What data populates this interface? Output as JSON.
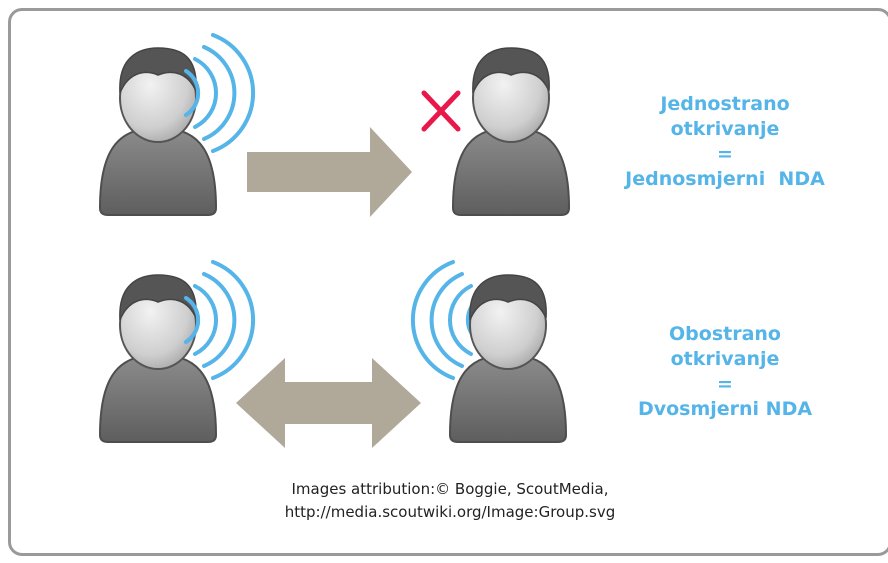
{
  "accent_color": "#55b4e8",
  "arrow_color": "#b0a999",
  "cross_color": "#e8184a",
  "icons": {
    "person": "person-icon",
    "signal": "signal-waves-icon",
    "cross": "cross-icon",
    "arrow_right": "arrow-right-icon",
    "arrow_both": "double-arrow-icon"
  },
  "one_way": {
    "line1": "Jednostrano",
    "line2": "otkrivanje",
    "equals": "=",
    "line3": "Jednosmjerni  NDA"
  },
  "two_way": {
    "line1": "Obostrano",
    "line2": "otkrivanje",
    "equals": "=",
    "line3": "Dvosmjerni NDA"
  },
  "attribution": {
    "line1": "Images attribution:© Boggie, ScoutMedia,",
    "line2": "http://media.scoutwiki.org/Image:Group.svg"
  }
}
